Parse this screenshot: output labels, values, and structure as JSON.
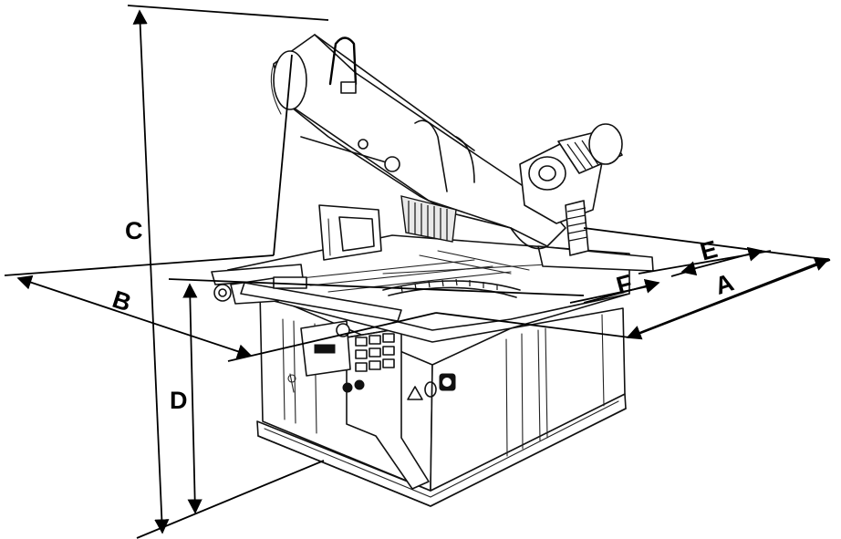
{
  "labels": {
    "a": "A",
    "b": "B",
    "c": "C",
    "d": "D",
    "e": "E",
    "f": "F"
  },
  "panel": {
    "warning_symbol": "warning-triangle-icon",
    "indicator_symbol": "indicator-circle-icon",
    "switch_symbol": "rotary-switch-icon"
  }
}
